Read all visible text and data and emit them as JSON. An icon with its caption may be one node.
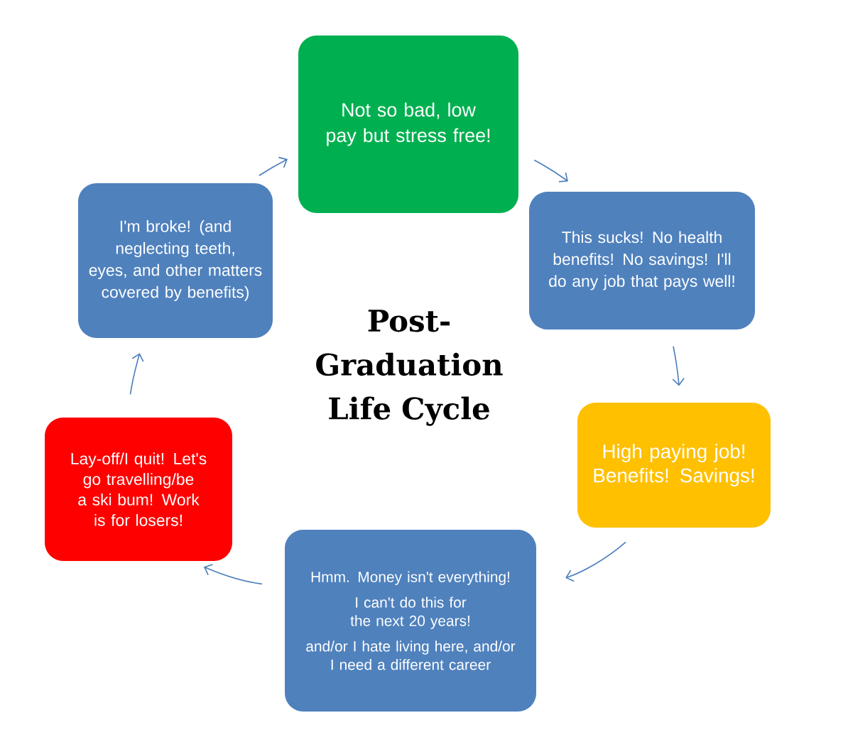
{
  "diagram": {
    "title": "Post-Graduation Life Cycle",
    "nodes": [
      {
        "text": [
          "Not so bad, low pay but stress free!"
        ]
      },
      {
        "text": [
          "This sucks!  No health benefits!  No savings!  I'll do any job that pays well!"
        ]
      },
      {
        "text": [
          "High paying job! Benefits! Savings!"
        ]
      },
      {
        "text": [
          "Hmm. Money isn't everything!",
          "I can't do this for the next 20 years!",
          "and/or I hate living here, and/or I need a different career"
        ]
      },
      {
        "text": [
          "Lay-off/I quit! Let's go travelling/be a ski bum! Work  is for losers!"
        ]
      },
      {
        "text": [
          "I'm broke! (and neglecting teeth, eyes, and other matters covered by benefits)"
        ]
      }
    ],
    "edges": [
      {
        "from": 0,
        "to": 1,
        "arrow": "to"
      },
      {
        "from": 1,
        "to": 2,
        "arrow": "to"
      },
      {
        "from": 2,
        "to": 3,
        "arrow": "to"
      },
      {
        "from": 3,
        "to": 4,
        "arrow": "to"
      },
      {
        "from": 4,
        "to": 5,
        "arrow": "to"
      },
      {
        "from": 5,
        "to": 0,
        "arrow": "to"
      }
    ]
  }
}
